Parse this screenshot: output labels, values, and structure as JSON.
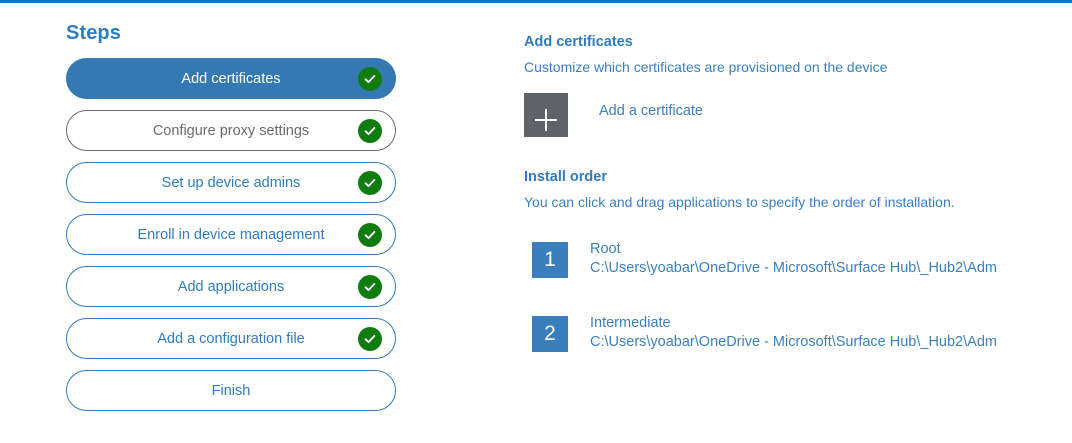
{
  "theme": {
    "accent_rule": "#0078c8",
    "link_blue": "#3b7fc0",
    "heading_blue": "#2f7cc0",
    "active_step_bg": "#3479b4",
    "check_green": "#107c10",
    "add_square_gray": "#5f6369",
    "badge_blue": "#3a7ebd",
    "hover_gray": "#6b6b6b"
  },
  "steps_panel": {
    "heading": "Steps",
    "items": [
      {
        "label": "Add certificates",
        "state": "active",
        "completed": true
      },
      {
        "label": "Configure proxy settings",
        "state": "hovered",
        "completed": true
      },
      {
        "label": "Set up device admins",
        "state": "normal",
        "completed": true
      },
      {
        "label": "Enroll in device management",
        "state": "normal",
        "completed": true
      },
      {
        "label": "Add applications",
        "state": "normal",
        "completed": true
      },
      {
        "label": "Add a configuration file",
        "state": "normal",
        "completed": true
      },
      {
        "label": "Finish",
        "state": "normal",
        "completed": false
      }
    ]
  },
  "detail_panel": {
    "certificates": {
      "heading": "Add certificates",
      "description": "Customize which certificates are provisioned on the device",
      "add_icon": "plus-icon",
      "add_label": "Add a certificate"
    },
    "install_order": {
      "heading": "Install order",
      "description": "You can click and drag applications to specify the order of installation.",
      "items": [
        {
          "number": "1",
          "name": "Root",
          "path": "C:\\Users\\yoabar\\OneDrive - Microsoft\\Surface Hub\\_Hub2\\Adm"
        },
        {
          "number": "2",
          "name": "Intermediate",
          "path": "C:\\Users\\yoabar\\OneDrive - Microsoft\\Surface Hub\\_Hub2\\Adm"
        }
      ]
    }
  }
}
